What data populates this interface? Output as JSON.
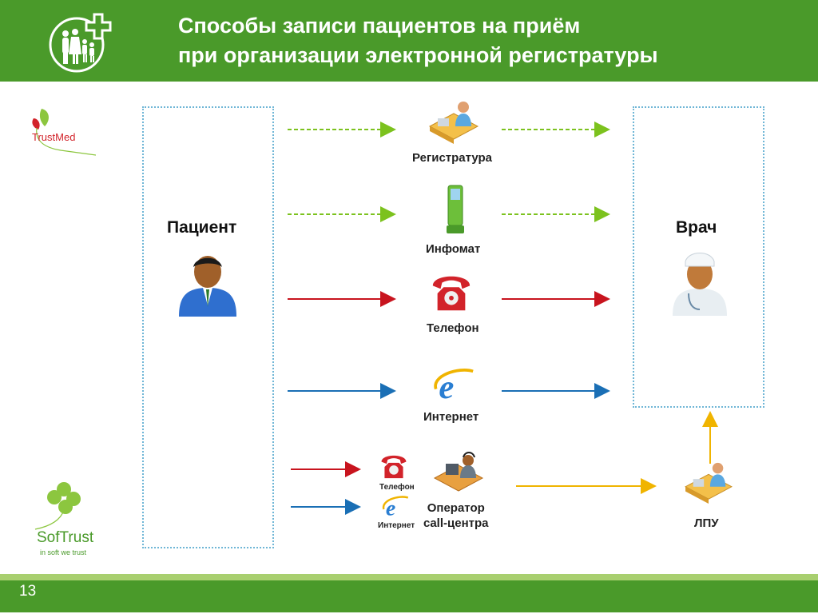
{
  "header": {
    "title_line1": "Способы записи пациентов на приём",
    "title_line2": "при организации электронной регистратуры",
    "logo_icon": "family-cross-logo-icon"
  },
  "logos": {
    "trustmed": "TrustMed",
    "softrust_name": "SofTrust",
    "softrust_tagline": "in soft we trust"
  },
  "diagram": {
    "patient_label": "Пациент",
    "doctor_label": "Врач",
    "channels": [
      {
        "label": "Регистратура",
        "icon": "reception-desk-icon",
        "color": "#7cc21e"
      },
      {
        "label": "Инфомат",
        "icon": "infomat-kiosk-icon",
        "color": "#7cc21e"
      },
      {
        "label": "Телефон",
        "icon": "red-telephone-icon",
        "color": "#c8141e"
      },
      {
        "label": "Интернет",
        "icon": "internet-explorer-icon",
        "color": "#1a6fb5"
      }
    ],
    "call_center": {
      "phone_label": "Телефон",
      "internet_label": "Интернет",
      "operator_line1": "Оператор",
      "operator_line2": "call-центра"
    },
    "lpu_label": "ЛПУ",
    "lpu_arrow_color": "#f0b400"
  },
  "footer": {
    "page_number": "13"
  }
}
